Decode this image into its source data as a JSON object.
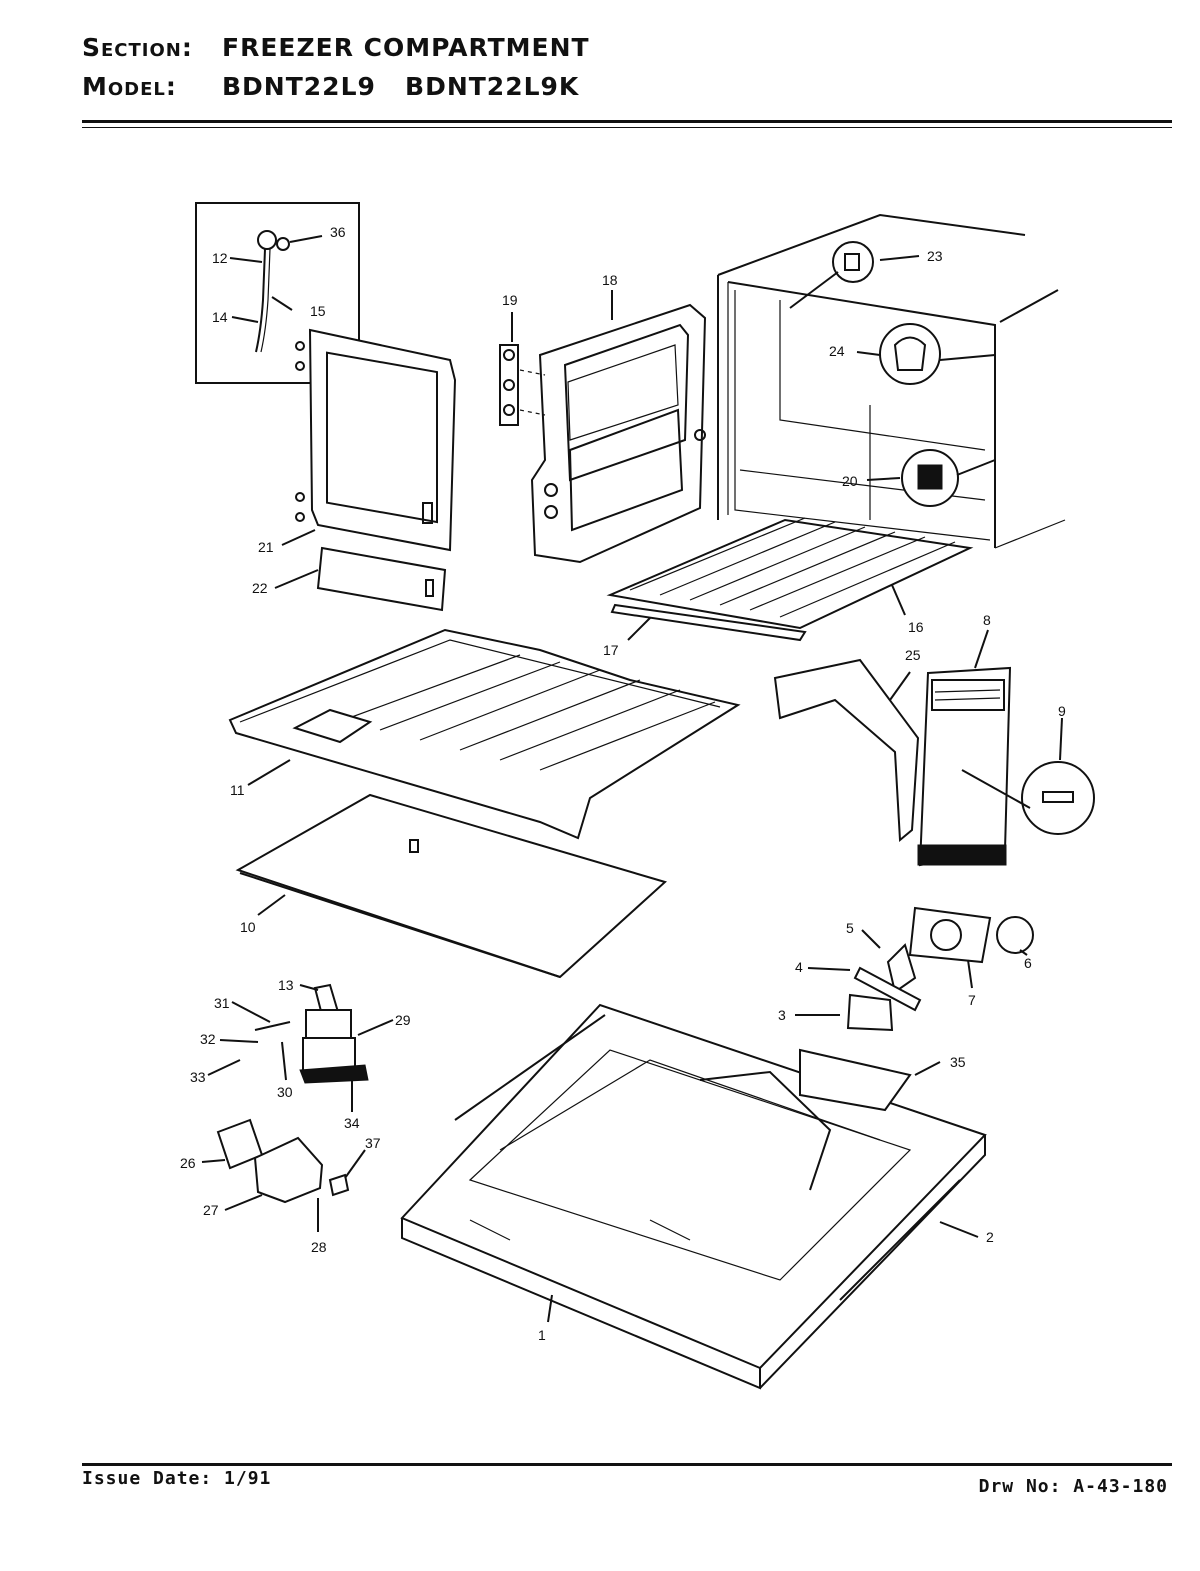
{
  "header": {
    "section_label": "Section:",
    "section_value": "FREEZER COMPARTMENT",
    "model_label": "Model:",
    "model_values": "BDNT22L9   BDNT22L9K"
  },
  "footer": {
    "issue_date": "Issue Date: 1/91",
    "drawing_number": "Drw No: A-43-180"
  },
  "callouts": [
    "1",
    "2",
    "3",
    "4",
    "5",
    "6",
    "7",
    "8",
    "9",
    "10",
    "11",
    "12",
    "13",
    "14",
    "15",
    "16",
    "17",
    "18",
    "19",
    "20",
    "21",
    "22",
    "23",
    "24",
    "25",
    "26",
    "27",
    "28",
    "29",
    "30",
    "31",
    "32",
    "33",
    "34",
    "35",
    "36",
    "37"
  ]
}
